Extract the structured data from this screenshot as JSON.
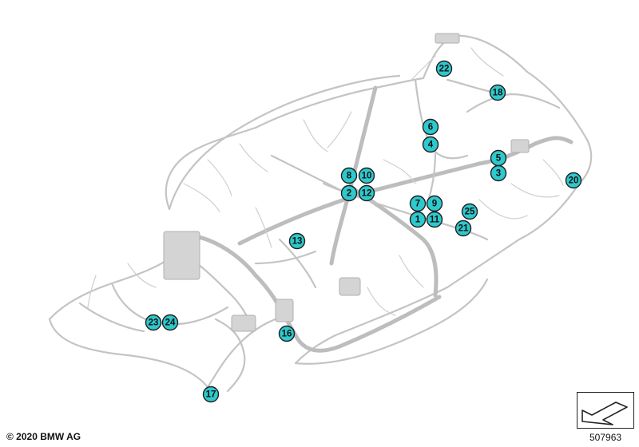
{
  "diagram": {
    "markers": [
      {
        "label": "1"
      },
      {
        "label": "2"
      },
      {
        "label": "3"
      },
      {
        "label": "4"
      },
      {
        "label": "5"
      },
      {
        "label": "6"
      },
      {
        "label": "7"
      },
      {
        "label": "8"
      },
      {
        "label": "9"
      },
      {
        "label": "10"
      },
      {
        "label": "11"
      },
      {
        "label": "12"
      },
      {
        "label": "13"
      },
      {
        "label": "16"
      },
      {
        "label": "17"
      },
      {
        "label": "18"
      },
      {
        "label": "20"
      },
      {
        "label": "21"
      },
      {
        "label": "22"
      },
      {
        "label": "23"
      },
      {
        "label": "24"
      },
      {
        "label": "25"
      }
    ],
    "marker_color": "#2ec9cd",
    "wire_color": "#c4c4c4"
  },
  "footer": {
    "copyright": "© 2020 BMW AG",
    "doc_number": "507963",
    "view_icon": "perspective-view-icon"
  }
}
